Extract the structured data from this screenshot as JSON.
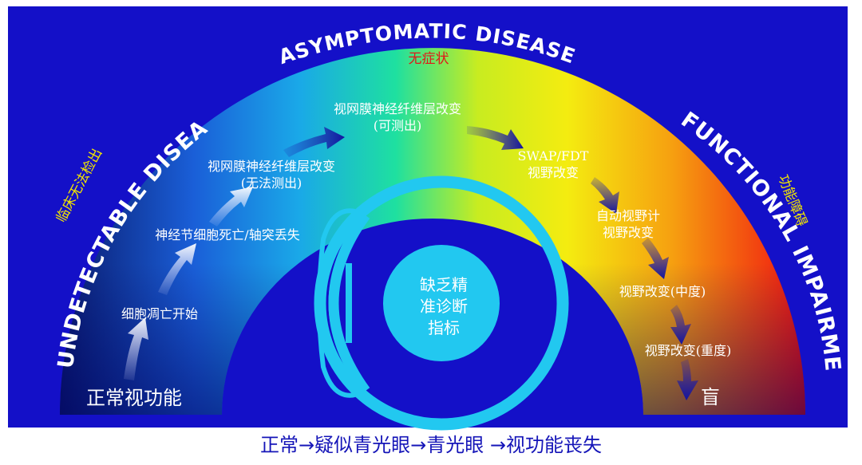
{
  "arc_titles": {
    "left": "UNDETECTABLE DISEASE",
    "top": "ASYMPTOMATIC DISEASE",
    "right": "FUNCTIONAL IMPAIRMENT"
  },
  "zone_labels": {
    "left": "临床无法检出",
    "top": "无症状",
    "right": "功能障碍"
  },
  "stages": {
    "normal": "正常视功能",
    "s1": "细胞凋亡开始",
    "s2": "神经节细胞死亡/轴突丢失",
    "s3_line1": "视网膜神经纤维层改变",
    "s3_line2": "(无法测出)",
    "s4_line1": "视网膜神经纤维层改变",
    "s4_line2": "(可测出)",
    "s5_line1": "SWAP/FDT",
    "s5_line2": "视野改变",
    "s6_line1": "自动视野计",
    "s6_line2": "视野改变",
    "s7": "视野改变(中度)",
    "s8": "视野改变(重度)",
    "blind": "盲"
  },
  "center_text": [
    "缺乏精",
    "准诊断",
    "指标"
  ],
  "footer": "正常→疑似青光眼→青光眼 →视功能丧失",
  "colors": {
    "panel_bg": "#1410c8",
    "arc_start": "#0a1a6e",
    "arc_mid": "#1ee0a0",
    "arc_yellow": "#f4ec10",
    "arc_end": "#f01010",
    "eye_ring": "#22c8f0",
    "arrow_blue": "#1a1aa8",
    "zone_label_yellow": "#f2e600",
    "zone_label_red": "#e01818",
    "footer_text": "#1515b8"
  },
  "icons": [
    "eye-diagram-icon"
  ]
}
